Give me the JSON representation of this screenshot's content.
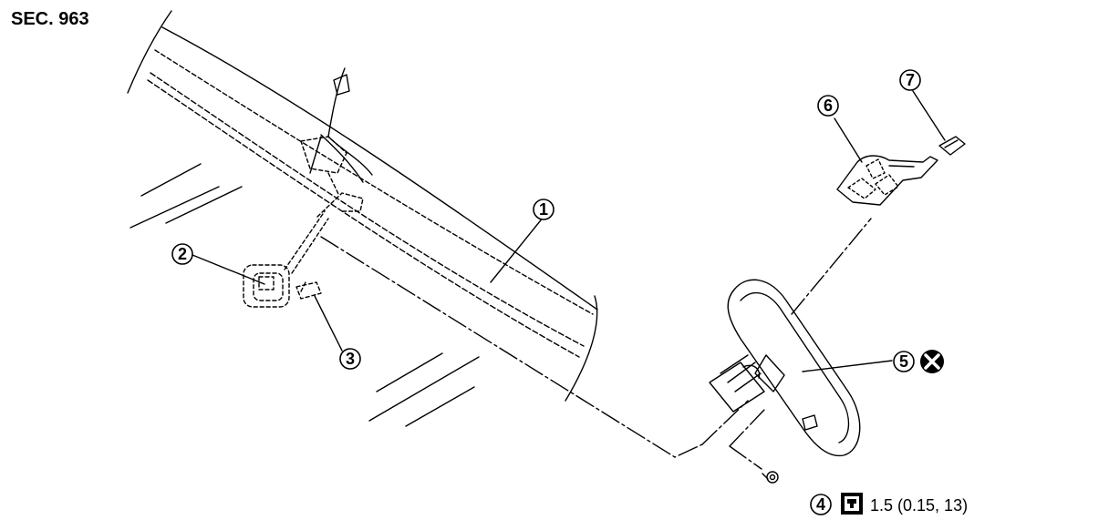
{
  "section_label": "SEC. 963",
  "callouts": [
    {
      "id": "1",
      "label": "1",
      "part": "windshield"
    },
    {
      "id": "2",
      "label": "2",
      "part": "mount-base"
    },
    {
      "id": "3",
      "label": "3",
      "part": "wire-clip"
    },
    {
      "id": "4",
      "label": "4",
      "part": "screw"
    },
    {
      "id": "5",
      "label": "5",
      "part": "inside-mirror"
    },
    {
      "id": "6",
      "label": "6",
      "part": "mirror-cover"
    },
    {
      "id": "7",
      "label": "7",
      "part": "connector-clip"
    }
  ],
  "symbols": {
    "non_reusable": "cross-circle-icon",
    "torque": "torque-wrench-icon"
  },
  "torque_spec": "1.5 (0.15, 13)"
}
